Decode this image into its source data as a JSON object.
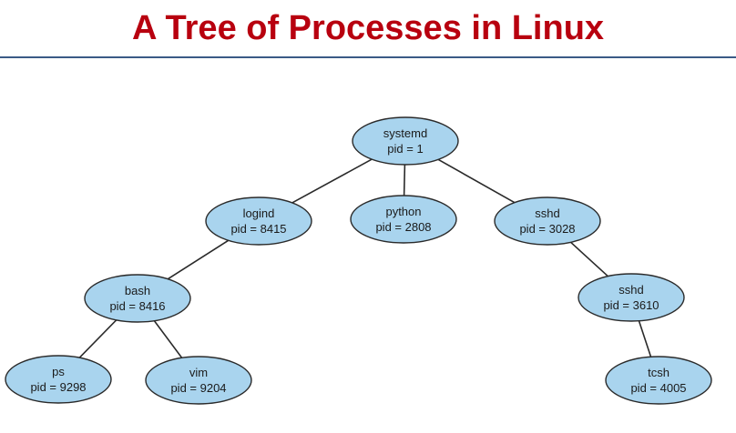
{
  "title": "A Tree of Processes in Linux",
  "colors": {
    "title": "#b8000f",
    "rule": "#3a5a86",
    "node_fill": "#a9d4ee",
    "node_stroke": "#2a2a2a",
    "edge": "#2a2a2a",
    "text": "#1a1a1a"
  },
  "tree": {
    "nodes": [
      {
        "id": "systemd",
        "name": "systemd",
        "pid_label": "pid = 1"
      },
      {
        "id": "logind",
        "name": "logind",
        "pid_label": "pid = 8415"
      },
      {
        "id": "python",
        "name": "python",
        "pid_label": "pid = 2808"
      },
      {
        "id": "sshd-3028",
        "name": "sshd",
        "pid_label": "pid = 3028"
      },
      {
        "id": "bash",
        "name": "bash",
        "pid_label": "pid = 8416"
      },
      {
        "id": "sshd-3610",
        "name": "sshd",
        "pid_label": "pid = 3610"
      },
      {
        "id": "ps",
        "name": "ps",
        "pid_label": "pid = 9298"
      },
      {
        "id": "vim",
        "name": "vim",
        "pid_label": "pid = 9204"
      },
      {
        "id": "tcsh",
        "name": "tcsh",
        "pid_label": "pid = 4005"
      }
    ],
    "edges": [
      {
        "from": "systemd",
        "to": "logind"
      },
      {
        "from": "systemd",
        "to": "python"
      },
      {
        "from": "systemd",
        "to": "sshd-3028"
      },
      {
        "from": "logind",
        "to": "bash"
      },
      {
        "from": "bash",
        "to": "ps"
      },
      {
        "from": "bash",
        "to": "vim"
      },
      {
        "from": "sshd-3028",
        "to": "sshd-3610"
      },
      {
        "from": "sshd-3610",
        "to": "tcsh"
      }
    ]
  }
}
